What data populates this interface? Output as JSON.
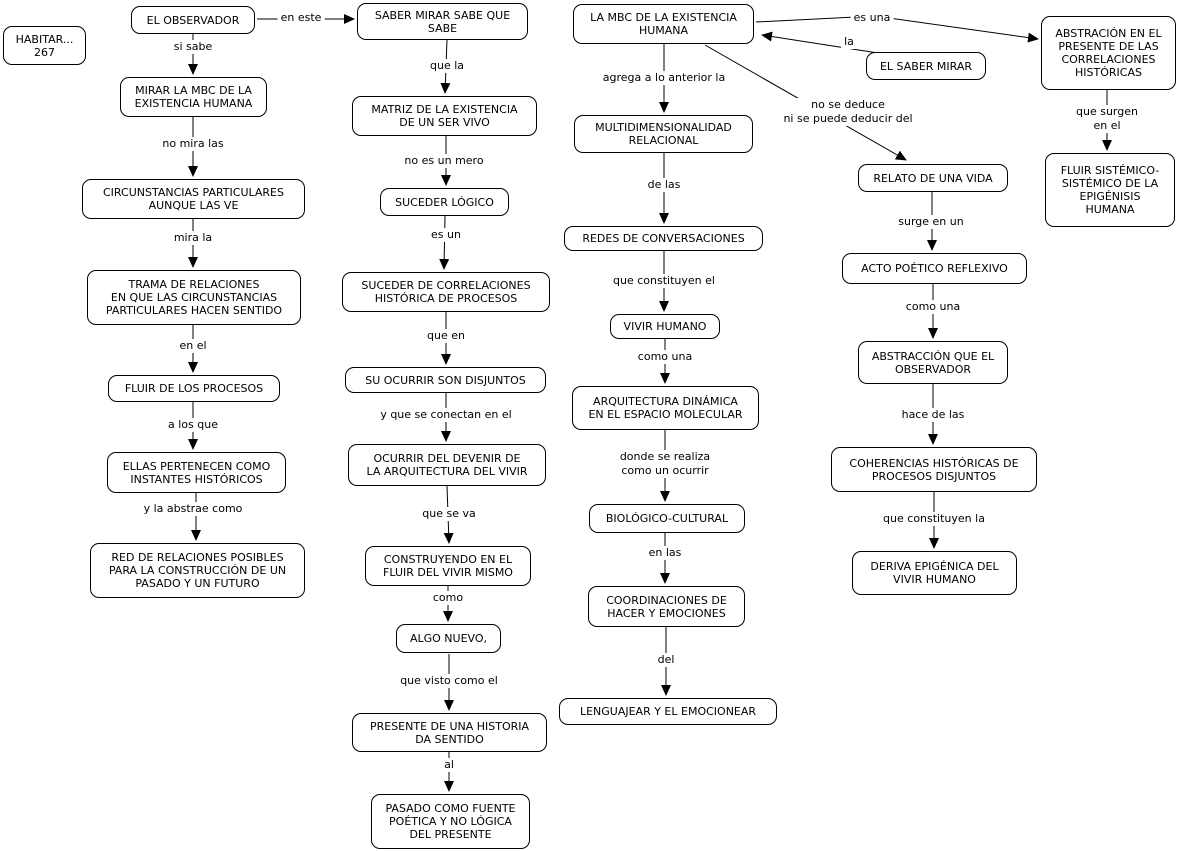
{
  "colors": {
    "background": "#ffffff",
    "node_border": "#000000",
    "node_fill": "#ffffff",
    "text": "#000000",
    "arrow": "#000000"
  },
  "nodes": {
    "habitar": {
      "text": "HABITAR...\n267"
    },
    "observador": {
      "text": "EL OBSERVADOR"
    },
    "mirar_mbc": {
      "text": "MIRAR LA MBC DE LA\nEXISTENCIA HUMANA"
    },
    "circunstancias": {
      "text": "CIRCUNSTANCIAS PARTICULARES\nAUNQUE LAS VE"
    },
    "trama": {
      "text": "TRAMA DE RELACIONES\nEN QUE LAS CIRCUNSTANCIAS\nPARTICULARES HACEN SENTIDO"
    },
    "fluir_procesos": {
      "text": "FLUIR DE LOS PROCESOS"
    },
    "ellas": {
      "text": "ELLAS PERTENECEN COMO\nINSTANTES HISTÓRICOS"
    },
    "red_relaciones": {
      "text": "RED DE RELACIONES POSIBLES\nPARA LA CONSTRUCCIÓN DE UN\nPASADO Y UN FUTURO"
    },
    "saber_mirar_sabe": {
      "text": "SABER MIRAR SABE QUE\nSABE"
    },
    "matriz": {
      "text": "MATRIZ DE LA EXISTENCIA\nDE UN SER VIVO"
    },
    "suceder_logico": {
      "text": "SUCEDER LÓGICO"
    },
    "suceder_correlaciones": {
      "text": "SUCEDER DE CORRELACIONES\nHISTÓRICA DE PROCESOS"
    },
    "su_ocurrir": {
      "text": "SU OCURRIR SON DISJUNTOS"
    },
    "ocurrir_devenir": {
      "text": "OCURRIR DEL DEVENIR DE\nLA ARQUITECTURA DEL VIVIR"
    },
    "construyendo": {
      "text": "CONSTRUYENDO EN EL\nFLUIR DEL VIVIR MISMO"
    },
    "algo_nuevo": {
      "text": "ALGO NUEVO,"
    },
    "presente_historia": {
      "text": "PRESENTE DE UNA HISTORIA\nDA SENTIDO"
    },
    "pasado_fuente": {
      "text": "PASADO COMO FUENTE\nPOÉTICA Y NO LÓGICA\nDEL PRESENTE"
    },
    "la_mbc": {
      "text": "LA MBC DE LA EXISTENCIA\nHUMANA"
    },
    "multidimensionalidad": {
      "text": "MULTIDIMENSIONALIDAD\nRELACIONAL"
    },
    "redes_conversaciones": {
      "text": "REDES DE CONVERSACIONES"
    },
    "vivir_humano": {
      "text": "VIVIR HUMANO"
    },
    "arquitectura_dinamica": {
      "text": "ARQUITECTURA DINÁMICA\nEN EL ESPACIO MOLECULAR"
    },
    "biologico_cultural": {
      "text": "BIOLÓGICO-CULTURAL"
    },
    "coordinaciones": {
      "text": "COORDINACIONES DE\nHACER Y EMOCIONES"
    },
    "lenguajear": {
      "text": "LENGUAJEAR Y EL EMOCIONEAR"
    },
    "el_saber_mirar": {
      "text": "EL SABER MIRAR"
    },
    "relato_vida": {
      "text": "RELATO DE UNA VIDA"
    },
    "acto_poetico": {
      "text": "ACTO POÉTICO REFLEXIVO"
    },
    "abstraccion_observador": {
      "text": "ABSTRACCIÓN QUE EL\nOBSERVADOR"
    },
    "coherencias": {
      "text": "COHERENCIAS HISTÓRICAS DE\nPROCESOS DISJUNTOS"
    },
    "deriva_epigenica": {
      "text": "DERIVA EPIGÉNICA DEL\nVIVIR HUMANO"
    },
    "abstracion_presente": {
      "text": "ABSTRACIÓN EN EL\nPRESENTE DE LAS\nCORRELACIONES\nHISTÓRICAS"
    },
    "fluir_sistemico": {
      "text": "FLUIR SISTÉMICO-\nSISTÉMICO DE LA\nEPIGÉNISIS\nHUMANA"
    }
  },
  "links": {
    "en_este": {
      "label": "en este"
    },
    "si_sabe": {
      "label": "si sabe"
    },
    "no_mira_las": {
      "label": "no mira las"
    },
    "mira_la": {
      "label": "mira la"
    },
    "en_el": {
      "label": "en el"
    },
    "a_los_que": {
      "label": "a los que"
    },
    "y_la_abstrae_como": {
      "label": "y la abstrae como"
    },
    "que_la": {
      "label": "que la"
    },
    "no_es_un_mero": {
      "label": "no es un mero"
    },
    "es_un": {
      "label": "es un"
    },
    "que_en": {
      "label": "que en"
    },
    "y_que_se_conectan_en_el": {
      "label": "y que se conectan en el"
    },
    "que_se_va": {
      "label": "que se va"
    },
    "como": {
      "label": "como"
    },
    "que_visto_como_el": {
      "label": "que visto como el"
    },
    "al": {
      "label": "al"
    },
    "agrega_a_lo_anterior_la": {
      "label": "agrega a lo anterior la"
    },
    "de_las": {
      "label": "de las"
    },
    "que_constituyen_el": {
      "label": "que constituyen el"
    },
    "como_una_vivir": {
      "label": "como una"
    },
    "donde_se_realiza": {
      "label": "donde se realiza\ncomo un ocurrir"
    },
    "en_las": {
      "label": "en las"
    },
    "del": {
      "label": "del"
    },
    "es_una": {
      "label": "es una"
    },
    "la": {
      "label": "la"
    },
    "no_se_deduce": {
      "label": "no se deduce\nni se puede deducir del"
    },
    "que_surgen_en_el": {
      "label": "que surgen en el"
    },
    "surge_en_un": {
      "label": "surge en un"
    },
    "como_una_acto": {
      "label": "como una"
    },
    "hace_de_las": {
      "label": "hace de las"
    },
    "que_constituyen_la": {
      "label": "que constituyen la"
    }
  },
  "connections": [
    {
      "from": "observador",
      "to": "saber_mirar_sabe",
      "label": "en este"
    },
    {
      "from": "observador",
      "to": "mirar_mbc",
      "label": "si sabe"
    },
    {
      "from": "mirar_mbc",
      "to": "circunstancias",
      "label": "no mira las"
    },
    {
      "from": "circunstancias",
      "to": "trama",
      "label": "mira la"
    },
    {
      "from": "trama",
      "to": "fluir_procesos",
      "label": "en el"
    },
    {
      "from": "fluir_procesos",
      "to": "ellas",
      "label": "a los que"
    },
    {
      "from": "ellas",
      "to": "red_relaciones",
      "label": "y la abstrae como"
    },
    {
      "from": "saber_mirar_sabe",
      "to": "matriz",
      "label": "que la"
    },
    {
      "from": "matriz",
      "to": "suceder_logico",
      "label": "no es un mero"
    },
    {
      "from": "suceder_logico",
      "to": "suceder_correlaciones",
      "label": "es un"
    },
    {
      "from": "suceder_correlaciones",
      "to": "su_ocurrir",
      "label": "que en"
    },
    {
      "from": "su_ocurrir",
      "to": "ocurrir_devenir",
      "label": "y que se conectan en el"
    },
    {
      "from": "ocurrir_devenir",
      "to": "construyendo",
      "label": "que se va"
    },
    {
      "from": "construyendo",
      "to": "algo_nuevo",
      "label": "como"
    },
    {
      "from": "algo_nuevo",
      "to": "presente_historia",
      "label": "que visto como el"
    },
    {
      "from": "presente_historia",
      "to": "pasado_fuente",
      "label": "al"
    },
    {
      "from": "la_mbc",
      "to": "multidimensionalidad",
      "label": "agrega a lo anterior la"
    },
    {
      "from": "multidimensionalidad",
      "to": "redes_conversaciones",
      "label": "de las"
    },
    {
      "from": "redes_conversaciones",
      "to": "vivir_humano",
      "label": "que constituyen el"
    },
    {
      "from": "vivir_humano",
      "to": "arquitectura_dinamica",
      "label": "como una"
    },
    {
      "from": "arquitectura_dinamica",
      "to": "biologico_cultural",
      "label": "donde se realiza como un ocurrir"
    },
    {
      "from": "biologico_cultural",
      "to": "coordinaciones",
      "label": "en las"
    },
    {
      "from": "coordinaciones",
      "to": "lenguajear",
      "label": "del"
    },
    {
      "from": "la_mbc",
      "to": "abstracion_presente",
      "label": "es una"
    },
    {
      "from": "el_saber_mirar",
      "to": "la_mbc",
      "label": "la"
    },
    {
      "from": "la_mbc",
      "to": "relato_vida",
      "label": "no se deduce ni se puede deducir del"
    },
    {
      "from": "abstracion_presente",
      "to": "fluir_sistemico",
      "label": "que surgen en el"
    },
    {
      "from": "relato_vida",
      "to": "acto_poetico",
      "label": "surge en un"
    },
    {
      "from": "acto_poetico",
      "to": "abstraccion_observador",
      "label": "como una"
    },
    {
      "from": "abstraccion_observador",
      "to": "coherencias",
      "label": "hace de las"
    },
    {
      "from": "coherencias",
      "to": "deriva_epigenica",
      "label": "que constituyen la"
    }
  ]
}
